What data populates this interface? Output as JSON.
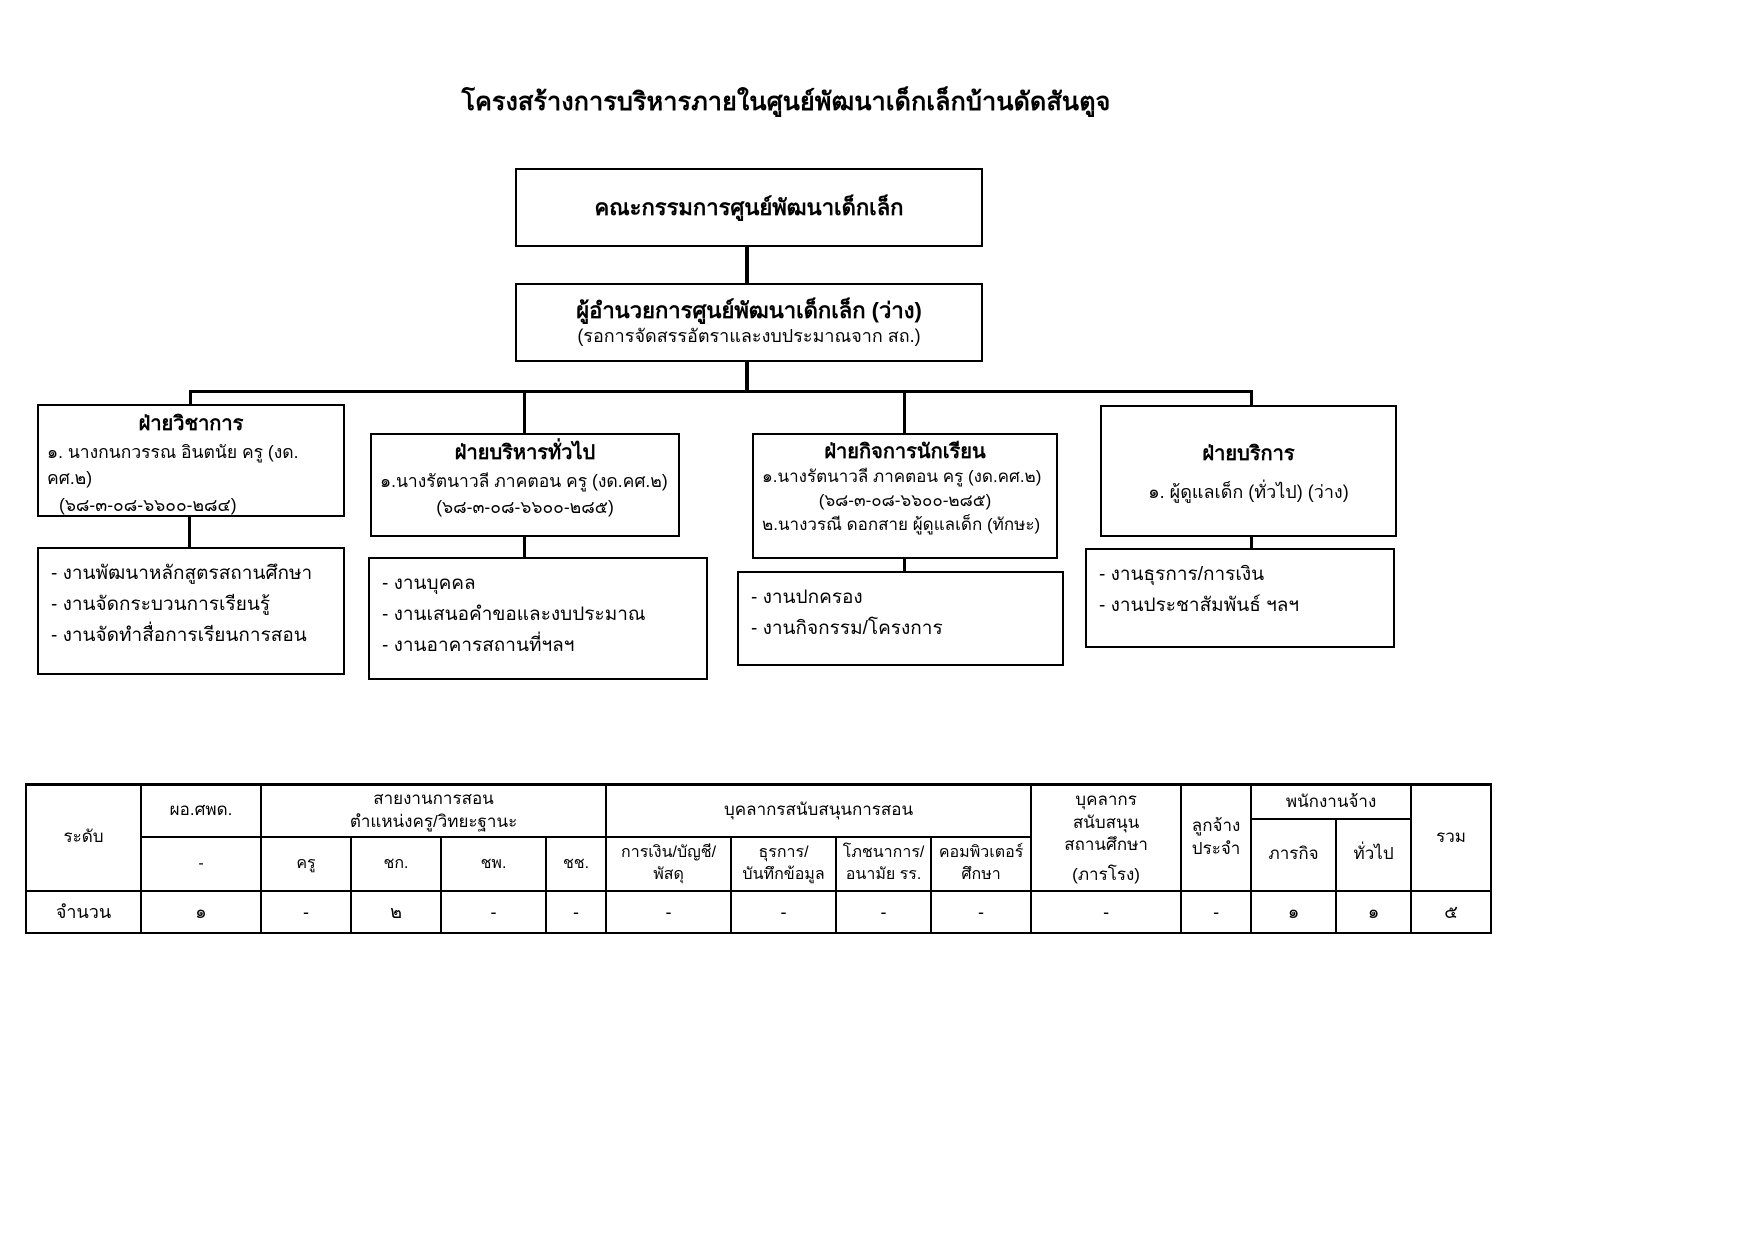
{
  "title": "โครงสร้างการบริหารภายในศูนย์พัฒนาเด็กเล็กบ้านดัดสันตูจ",
  "chart": {
    "committee": "คณะกรรมการศูนย์พัฒนาเด็กเล็ก",
    "director_line1": "ผู้อำนวยการศูนย์พัฒนาเด็กเล็ก (ว่าง)",
    "director_line2": "(รอการจัดสรรอัตราและงบประมาณจาก สถ.)",
    "departments": [
      {
        "name": "ฝ่ายวิชาการ",
        "staff": [
          "๑. นางกนกวรรณ อินตนัย ครู  (งด. คศ.๒)",
          "(๖๘-๓-๐๘-๖๖๐๐-๒๘๔)"
        ],
        "duties": [
          "- งานพัฒนาหลักสูตรสถานศึกษา",
          "- งานจัดกระบวนการเรียนรู้",
          "- งานจัดทำสื่อการเรียนการสอน"
        ]
      },
      {
        "name": "ฝ่ายบริหารทั่วไป",
        "staff": [
          "๑.นางรัตนาวลี ภาคตอน ครู (งด.คศ.๒)",
          "(๖๘-๓-๐๘-๖๖๐๐-๒๘๕)"
        ],
        "duties": [
          "- งานบุคคล",
          "-  งานเสนอคำขอและงบประมาณ",
          "-  งานอาคารสถานที่ฯลฯ"
        ]
      },
      {
        "name": "ฝ่ายกิจการนักเรียน",
        "staff": [
          "๑.นางรัตนาวลี ภาคตอน ครู (งด.คศ.๒)",
          "(๖๘-๓-๐๘-๖๖๐๐-๒๘๕)",
          "๒.นางวรณี ดอกสาย ผู้ดูแลเด็ก (ทักษะ)"
        ],
        "duties": [
          "- งานปกครอง",
          "- งานกิจกรรม/โครงการ"
        ]
      },
      {
        "name": "ฝ่ายบริการ",
        "staff": [
          "๑. ผู้ดูแลเด็ก (ทั่วไป) (ว่าง)"
        ],
        "duties": [
          "- งานธุรการ/การเงิน",
          "- งานประชาสัมพันธ์ ฯลฯ"
        ]
      }
    ]
  },
  "table": {
    "level_header": "ระดับ",
    "director_header": "ผอ.ศพด.",
    "teaching_header_line1": "สายงานการสอน",
    "teaching_header_line2": "ตำแหน่งครู/วิทยะฐานะ",
    "support_teaching_header": "บุคลากรสนับสนุนการสอน",
    "support_school_lines": [
      "บุคลากร",
      "สนับสนุน",
      "สถานศึกษา",
      "(ภารโรง)"
    ],
    "permanent_lines": [
      "ลูกจ้าง",
      "ประจำ"
    ],
    "hired_header": "พนักงานจ้าง",
    "total_header": "รวม",
    "sub_plain": [
      "-",
      "ครู",
      "ชก.",
      "ชพ.",
      "ชช."
    ],
    "sub_wrapped": [
      [
        "การเงิน/บัญชี/",
        "พัสดุ"
      ],
      [
        "ธุรการ/",
        "บันทึกข้อมูล"
      ],
      [
        "โภชนาการ/",
        "อนามัย รร."
      ],
      [
        "คอมพิวเตอร์",
        "ศึกษา"
      ]
    ],
    "hired_sub_headers": [
      "ภารกิจ",
      "ทั่วไป"
    ],
    "row_label": "จำนวน",
    "values": [
      "๑",
      "-",
      "๒",
      "-",
      "-",
      "-",
      "-",
      "-",
      "-",
      "-",
      "-",
      "๑",
      "๑",
      "๕"
    ]
  }
}
